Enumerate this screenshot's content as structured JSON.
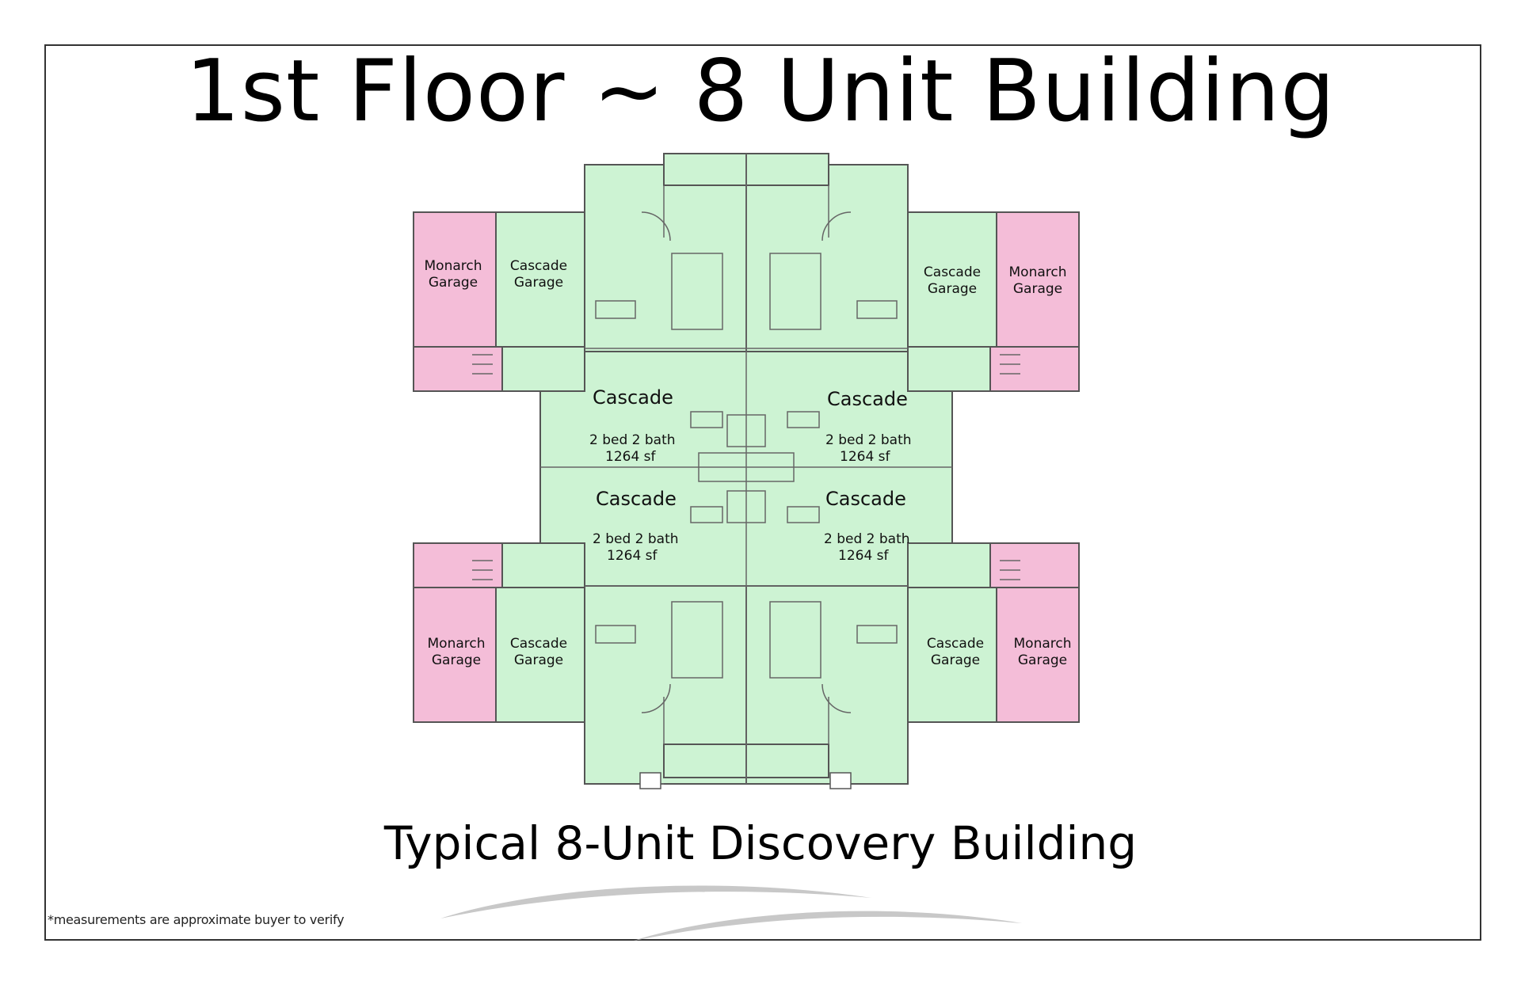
{
  "title": "1st Floor ~ 8 Unit Building",
  "subtitle": "Typical 8-Unit Discovery Building",
  "footnote": "*measurements are approximate buyer to verify",
  "colors": {
    "unit_fill": "#cdf3d3",
    "monarch_fill": "#f4bdd8",
    "wall": "#555555",
    "swoosh": "#c8c8c8"
  },
  "garages": {
    "tl_monarch": [
      "Monarch",
      "Garage"
    ],
    "tl_cascade": [
      "Cascade",
      "Garage"
    ],
    "tr_cascade": [
      "Cascade",
      "Garage"
    ],
    "tr_monarch": [
      "Monarch",
      "Garage"
    ],
    "bl_monarch": [
      "Monarch",
      "Garage"
    ],
    "bl_cascade": [
      "Cascade",
      "Garage"
    ],
    "br_cascade": [
      "Cascade",
      "Garage"
    ],
    "br_monarch": [
      "Monarch",
      "Garage"
    ]
  },
  "units": {
    "tl": {
      "name": "Cascade",
      "beds": "2 bed 2 bath",
      "area": "1264 sf"
    },
    "tr": {
      "name": "Cascade",
      "beds": "2 bed 2 bath",
      "area": "1264 sf"
    },
    "bl": {
      "name": "Cascade",
      "beds": "2 bed 2 bath",
      "area": "1264 sf"
    },
    "br": {
      "name": "Cascade",
      "beds": "2 bed 2 bath",
      "area": "1264 sf"
    }
  }
}
